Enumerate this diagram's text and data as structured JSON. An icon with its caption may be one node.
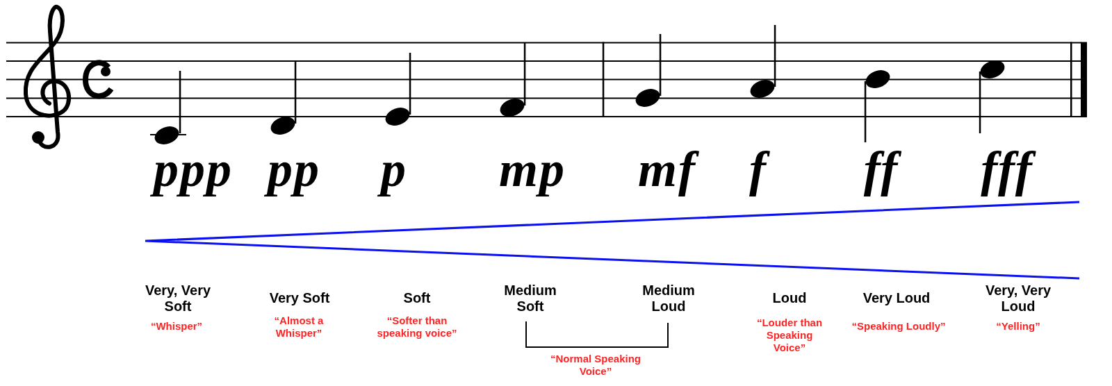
{
  "diagram": {
    "labels": [
      "ppp",
      "pp",
      "p",
      "mp",
      "mf",
      "f",
      "ff",
      "fff",
      "Very, Very Soft",
      "“Whisper”",
      "Very Soft",
      "“Almost a Whisper”",
      "Soft",
      "“Softer than speaking voice”",
      "Medium Soft",
      "Medium Loud",
      "“Normal Speaking Voice”",
      "Loud",
      "“Louder than Speaking Voice”",
      "Very Loud",
      "“Speaking Loudly”",
      "Very, Very Loud",
      "“Yelling”"
    ]
  }
}
